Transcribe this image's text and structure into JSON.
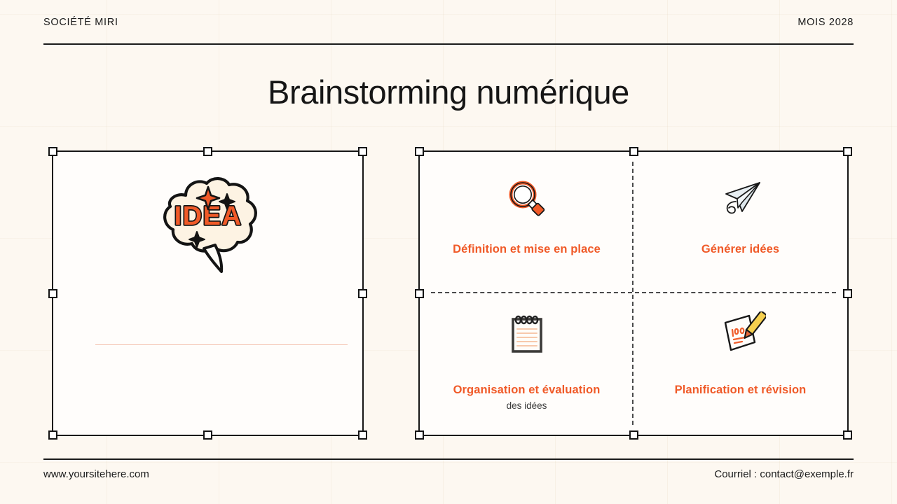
{
  "header": {
    "company": "SOCIÉTÉ MIRI",
    "date": "MOIS 2028"
  },
  "title": "Brainstorming numérique",
  "colors": {
    "background": "#fdf8f1",
    "accent_orange": "#f05a28",
    "ink": "#161616",
    "panel": "#fffdfb",
    "rule_pink": "#f2b8a4",
    "pencil_yellow": "#f5cf4e"
  },
  "left_panel": {
    "name": "idea-bubble-panel",
    "bubble_text": "IDEA",
    "icon": "thought-bubble-idea-icon"
  },
  "right_panel": {
    "quadrants": [
      {
        "icon": "magnifying-glass-icon",
        "title": "Définition et mise en place",
        "subtitle": ""
      },
      {
        "icon": "paper-airplane-icon",
        "title": "Générer idées",
        "subtitle": ""
      },
      {
        "icon": "spiral-notepad-icon",
        "title": "Organisation et évaluation",
        "subtitle": "des idées"
      },
      {
        "icon": "paper-and-pencil-icon",
        "title": "Planification et révision",
        "subtitle": ""
      }
    ]
  },
  "footer": {
    "website": "www.yoursitehere.com",
    "email": "Courriel : contact@exemple.fr"
  }
}
